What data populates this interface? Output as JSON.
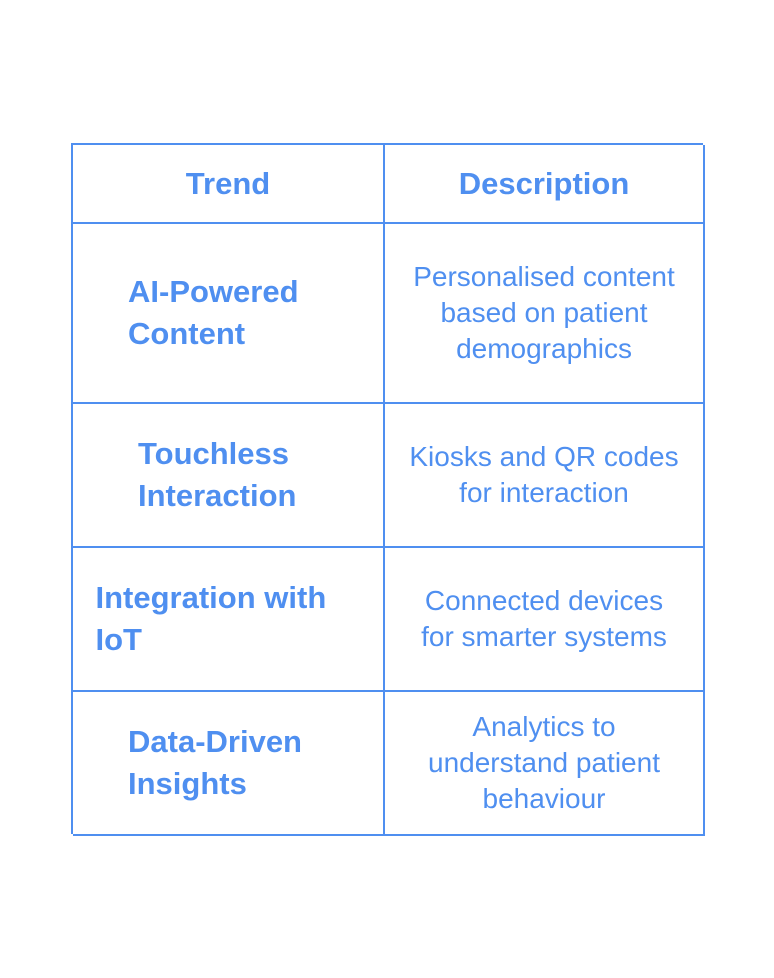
{
  "table": {
    "headers": {
      "trend": "Trend",
      "description": "Description"
    },
    "rows": [
      {
        "trend": "AI-Powered Content",
        "description": "Personalised content based on patient demographics"
      },
      {
        "trend": "Touchless Interaction",
        "description": "Kiosks and QR codes for interaction"
      },
      {
        "trend": "Integration with IoT",
        "description": "Connected devices for smarter systems"
      },
      {
        "trend": "Data-Driven Insights",
        "description": "Analytics to understand patient behaviour"
      }
    ]
  },
  "colors": {
    "accent": "#4f8ff0",
    "background": "#ffffff"
  }
}
